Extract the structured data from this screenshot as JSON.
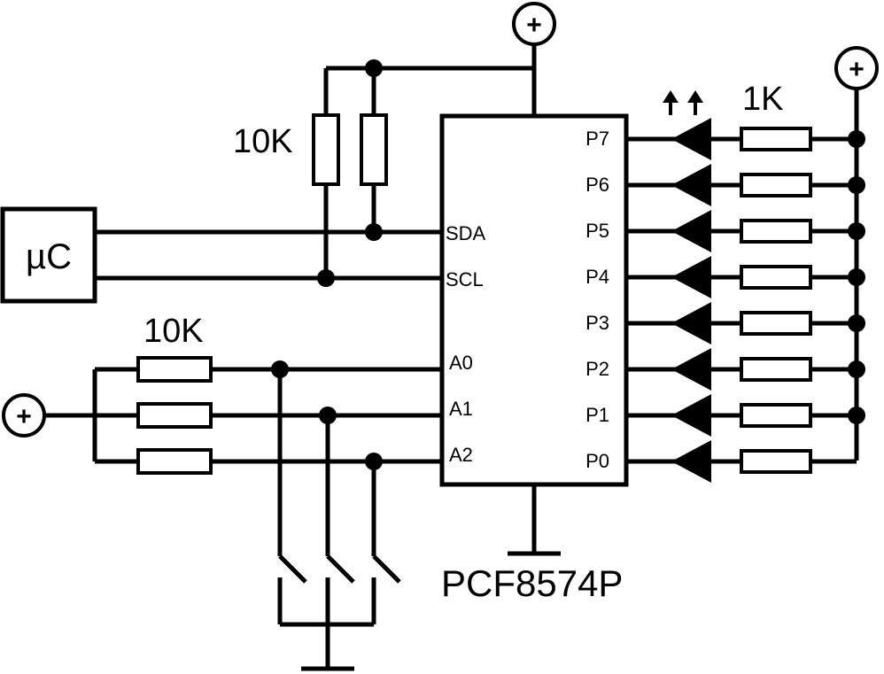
{
  "chip": {
    "name": "PCF8574P",
    "left_pins": [
      "SDA",
      "SCL",
      "A0",
      "A1",
      "A2"
    ],
    "right_pins": [
      "P7",
      "P6",
      "P5",
      "P4",
      "P3",
      "P2",
      "P1",
      "P0"
    ]
  },
  "microcontroller": {
    "label": "µC"
  },
  "pullup_resistors": {
    "value": "10K"
  },
  "address_resistors": {
    "value": "10K"
  },
  "led_resistors": {
    "value": "1K"
  },
  "supply_symbol": "+"
}
